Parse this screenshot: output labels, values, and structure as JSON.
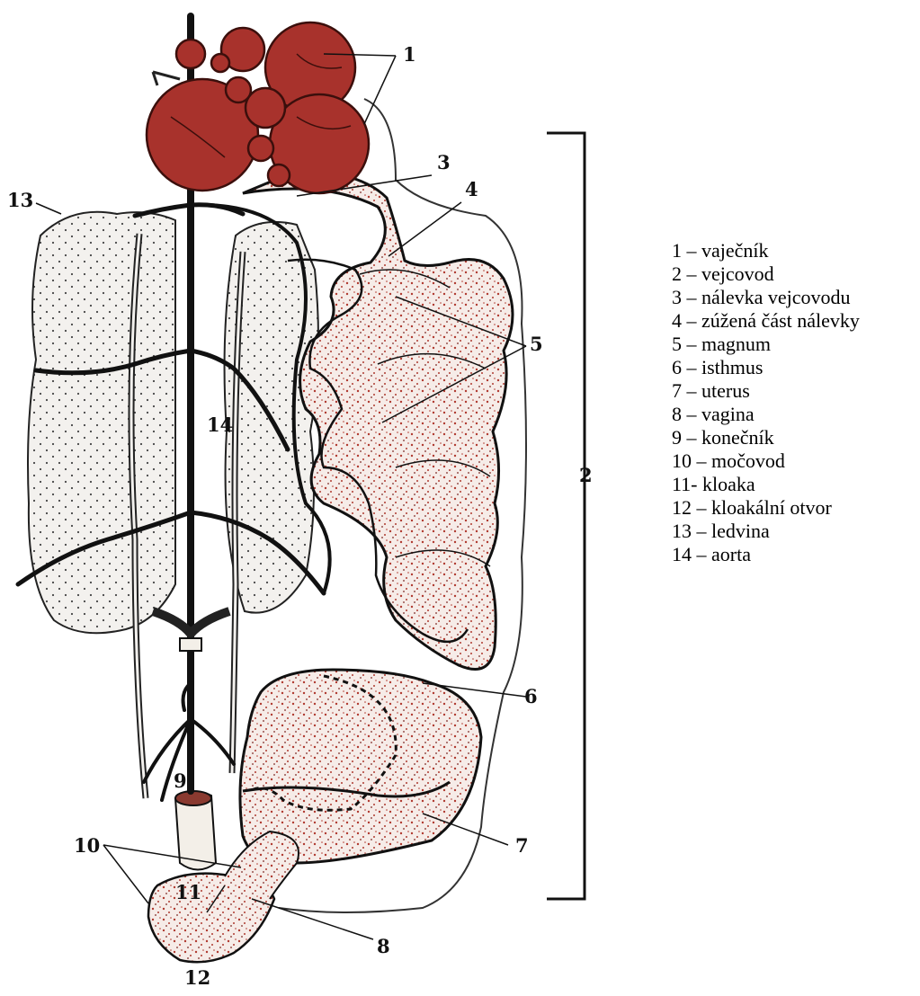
{
  "numbers": {
    "n1": "1",
    "n2": "2",
    "n3": "3",
    "n4": "4",
    "n5": "5",
    "n6": "6",
    "n7": "7",
    "n8": "8",
    "n9": "9",
    "n10": "10",
    "n11": "11",
    "n12": "12",
    "n13": "13",
    "n14": "14"
  },
  "legend": [
    "1 – vaječník",
    "2 – vejcovod",
    "3 – nálevka vejcovodu",
    "4 – zúžená část nálevky",
    "5 – magnum",
    "6 – isthmus",
    "7 – uterus",
    "8 – vagina",
    "9 – konečník",
    "10 – močovod",
    "11- kloaka",
    "12 – kloakální otvor",
    "13 – ledvina",
    "14 – aorta"
  ],
  "colors": {
    "ovary": "#a8322c",
    "oviduct_speckle": "#b03a30",
    "ink": "#111111",
    "kidney_fill": "#f3f1ee"
  }
}
